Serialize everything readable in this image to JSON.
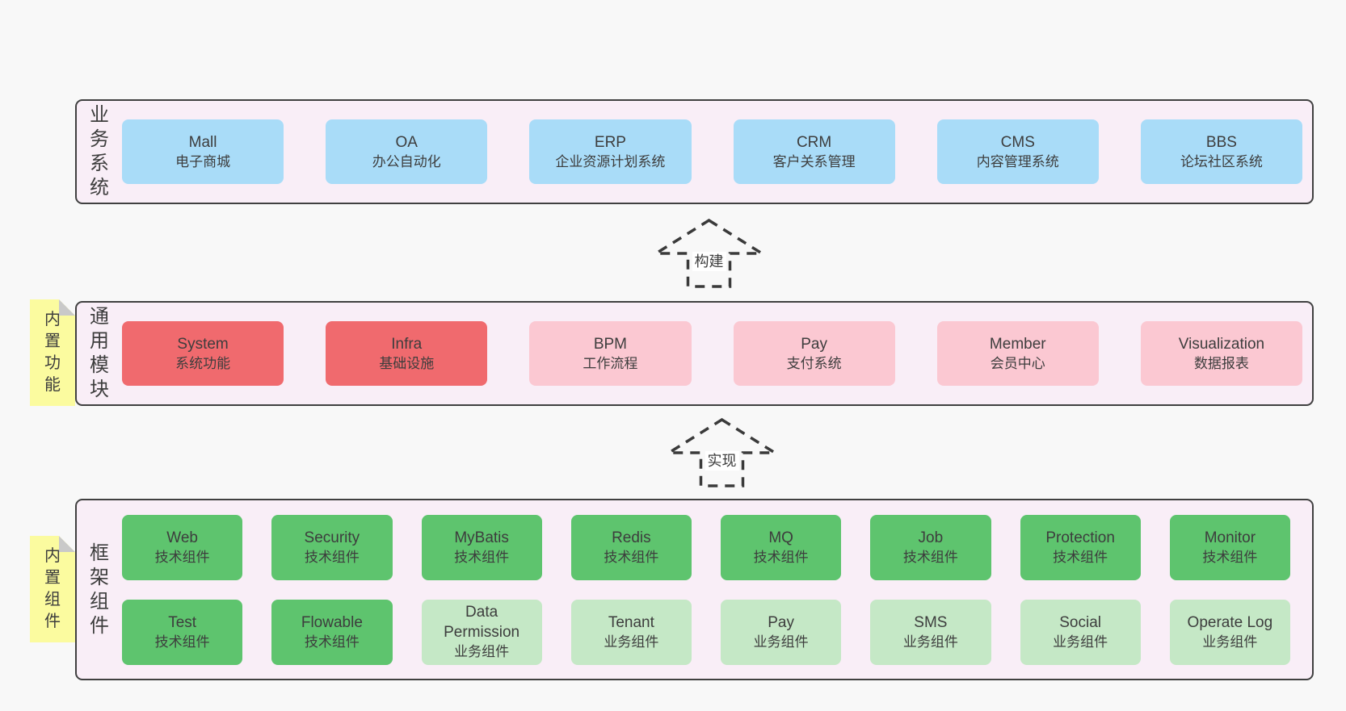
{
  "colors": {
    "page_background": "#f8f8f8",
    "layer_background": "#f9eef7",
    "layer_border": "#404040",
    "blue_box": "#a9dcf8",
    "red_box": "#f06a6e",
    "pink_box": "#fbc8d2",
    "green_box": "#5ec46e",
    "light_green_box": "#c5e8c6",
    "sticky_tab_yellow": "#fbfb9f",
    "fold_gray": "#c9c9c9",
    "text": "#3d3d3d",
    "arrow_label_background": "#ffffff"
  },
  "arrows": [
    {
      "label": "构建"
    },
    {
      "label": "实现"
    }
  ],
  "layers": [
    {
      "label": "业务系统",
      "boxes": [
        {
          "name": "Mall",
          "subtitle": "电子商城"
        },
        {
          "name": "OA",
          "subtitle": "办公自动化"
        },
        {
          "name": "ERP",
          "subtitle": "企业资源计划系统"
        },
        {
          "name": "CRM",
          "subtitle": "客户关系管理"
        },
        {
          "name": "CMS",
          "subtitle": "内容管理系统"
        },
        {
          "name": "BBS",
          "subtitle": "论坛社区系统"
        }
      ]
    },
    {
      "label": "通用模块",
      "tab": "内置功能",
      "boxes": [
        {
          "name": "System",
          "subtitle": "系统功能"
        },
        {
          "name": "Infra",
          "subtitle": "基础设施"
        },
        {
          "name": "BPM",
          "subtitle": "工作流程"
        },
        {
          "name": "Pay",
          "subtitle": "支付系统"
        },
        {
          "name": "Member",
          "subtitle": "会员中心"
        },
        {
          "name": "Visualization",
          "subtitle": "数据报表"
        }
      ]
    },
    {
      "label": "框架组件",
      "tab": "内置组件",
      "rows": [
        [
          {
            "name": "Web",
            "subtitle": "技术组件"
          },
          {
            "name": "Security",
            "subtitle": "技术组件"
          },
          {
            "name": "MyBatis",
            "subtitle": "技术组件"
          },
          {
            "name": "Redis",
            "subtitle": "技术组件"
          },
          {
            "name": "MQ",
            "subtitle": "技术组件"
          },
          {
            "name": "Job",
            "subtitle": "技术组件"
          },
          {
            "name": "Protection",
            "subtitle": "技术组件"
          },
          {
            "name": "Monitor",
            "subtitle": "技术组件"
          }
        ],
        [
          {
            "name": "Test",
            "subtitle": "技术组件"
          },
          {
            "name": "Flowable",
            "subtitle": "技术组件"
          },
          {
            "name": "Data Permission",
            "subtitle": "业务组件"
          },
          {
            "name": "Tenant",
            "subtitle": "业务组件"
          },
          {
            "name": "Pay",
            "subtitle": "业务组件"
          },
          {
            "name": "SMS",
            "subtitle": "业务组件"
          },
          {
            "name": "Social",
            "subtitle": "业务组件"
          },
          {
            "name": "Operate Log",
            "subtitle": "业务组件"
          }
        ]
      ]
    }
  ]
}
